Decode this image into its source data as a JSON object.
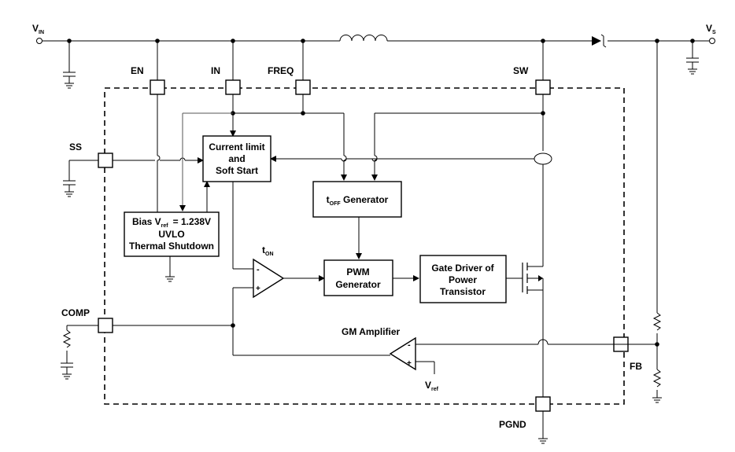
{
  "rails": {
    "vin": {
      "main": "V",
      "sub": "IN"
    },
    "vs": {
      "main": "V",
      "sub": "S"
    }
  },
  "pins": {
    "en": "EN",
    "in": "IN",
    "freq": "FREQ",
    "sw": "SW",
    "ss": "SS",
    "comp": "COMP",
    "fb": "FB",
    "pgnd": "PGND"
  },
  "blocks": {
    "current_limit": [
      "Current limit",
      "and",
      "Soft Start"
    ],
    "bias": {
      "line1_a": "Bias V",
      "line1_sub": "ref",
      "line1_b": "= 1.238V",
      "line2": "UVLO",
      "line3": "Thermal Shutdown"
    },
    "toff": {
      "main": "t",
      "sub": "OFF",
      "rest": " Generator"
    },
    "pwm": [
      "PWM",
      "Generator"
    ],
    "gate_driver": [
      "Gate Driver of",
      "Power",
      "Transistor"
    ]
  },
  "amplifiers": {
    "comparator": {
      "main": "t",
      "sub": "ON"
    },
    "gm_label": "GM Amplifier",
    "gm_ref": {
      "main": "V",
      "sub": "ref"
    },
    "minus": "-",
    "plus": "+"
  }
}
